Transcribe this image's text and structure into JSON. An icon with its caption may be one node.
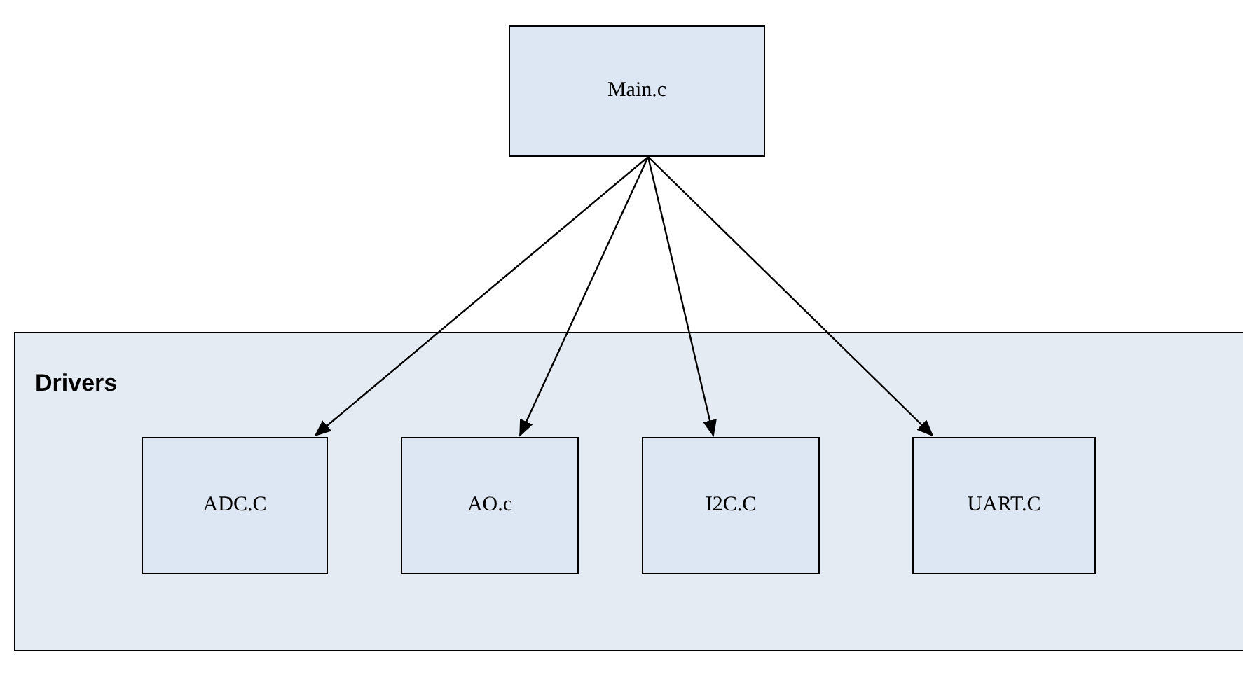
{
  "diagram": {
    "nodes": [
      {
        "text": [
          "Main.c"
        ]
      },
      {
        "text": [
          "Drivers"
        ]
      },
      {
        "text": [
          "ADC.C"
        ],
        "in": 1
      },
      {
        "text": [
          "AO.c"
        ],
        "in": 1
      },
      {
        "text": [
          "I2C.C"
        ],
        "in": 1
      },
      {
        "text": [
          "UART.C"
        ],
        "in": 1
      }
    ],
    "edges": [
      {
        "from": 0,
        "to": 2,
        "arrow": "to"
      },
      {
        "from": 0,
        "to": 3,
        "arrow": "to"
      },
      {
        "from": 0,
        "to": 4,
        "arrow": "to"
      },
      {
        "from": 0,
        "to": 5,
        "arrow": "to"
      }
    ]
  }
}
